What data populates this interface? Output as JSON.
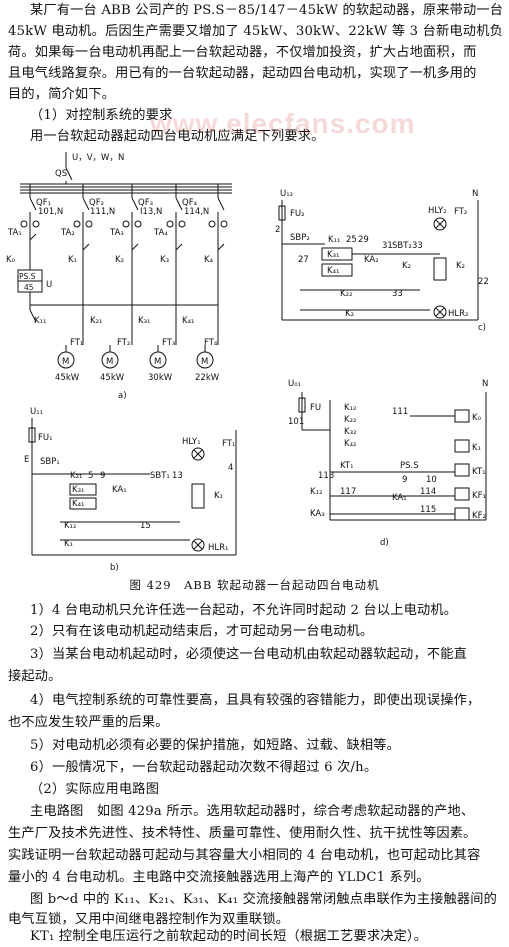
{
  "intro": [
    "某厂有一台 ABB 公司产的 PS.S－85/147－45kW 的软起动器，原来带动一台",
    "45kW 电动机。后因生产需要又增加了 45kW、30kW、22kW 等 3 台新电动机负",
    "荷。如果每一台电动机再配上一台软起动器，不仅增加投资，扩大占地面积，而",
    "且电气线路复杂。用已有的一台软起动器，起动四台电动机，实现了一机多用的",
    "目的，简介如下。"
  ],
  "section1_title": "（1）对控制系统的要求",
  "section1_lead": "用一台软起动器起动四台电动机应满足下列要求。",
  "watermark": "www.elecfans.com",
  "figure": {
    "caption": "图 429　ABB 软起动器一台起动四台电动机",
    "labels_a": {
      "bus": "U，V，W，N",
      "qs": "QS",
      "qf1": "QF₁",
      "qf2": "QF₂",
      "qf3": "QF₃",
      "qf4": "QF₄",
      "qfn1": "101,N",
      "qfn2": "111,N",
      "qfn3": "I13,N",
      "qfn4": "114,N",
      "ta1": "TA₁",
      "ta2": "TA₂",
      "ta3": "TA₃",
      "ta4": "TA₄",
      "k0": "K₀",
      "k1": "K₁",
      "k2": "K₂",
      "k3": "K₃",
      "k4": "K₄",
      "pss1": "PS.S",
      "pss2": "45",
      "u": "U",
      "k11": "K₁₁",
      "k21": "K₂₁",
      "k31": "K₃₁",
      "k41": "K₄₁",
      "ft1": "FT₁",
      "ft2": "FT₂",
      "ft3": "FT₃",
      "ft4": "FT₄",
      "m": "M",
      "kw1": "45kW",
      "kw2": "45kW",
      "kw3": "30kW",
      "kw4": "22kW",
      "tag": "a)"
    },
    "labels_b": {
      "u": "U₁₁",
      "fu": "FU₁",
      "e": "E",
      "sbp": "SBP₁",
      "k21": "K₂₁",
      "k31": "K₃₁",
      "k41": "K₄₁",
      "n5": "5",
      "n9": "9",
      "ka": "KA₁",
      "sbt": "SBT₁",
      "n13": "13",
      "hly": "HLY₁",
      "ft": "FT₁",
      "n4": "4",
      "k1": "K₁",
      "k12": "K₁₂",
      "n15": "15",
      "k1b": "K₁",
      "hlr": "HLR₁",
      "tag": "b)"
    },
    "labels_c": {
      "u": "U₁₂",
      "fu": "FU₂",
      "n2": "2",
      "sbp": "SBP₂",
      "k11": "K₁₁",
      "k31": "K₃₁",
      "k41": "K₄₁",
      "n25": "25",
      "n29": "29",
      "n27": "27",
      "ka": "KA₂",
      "n31": "31",
      "sbt": "SBT₂",
      "n33": "33",
      "hly": "HLY₂",
      "ft": "FT₂",
      "n": "N",
      "k2": "K₂",
      "n22": "22",
      "k22": "K₂₂",
      "n33b": "33",
      "k2b": "K₂",
      "hlr": "HLR₂",
      "tag": "c)"
    },
    "labels_d": {
      "u": "U₀₁",
      "fu": "FU",
      "n101": "101",
      "n": "N",
      "k12": "K₁₂",
      "k22": "K₂₂",
      "k32": "K₃₂",
      "k42": "K₄₂",
      "n111": "111",
      "k0": "K₀",
      "k1": "K₁",
      "kt1": "KT₁",
      "n113": "113",
      "pss": "PS.S",
      "n9": "9",
      "n10": "10",
      "n117": "117",
      "ka": "KA₁",
      "n114": "114",
      "kf": "KF₁",
      "n115": "115",
      "k12b": "K₁₂",
      "ka3": "KA₃",
      "kf2": "KF₂",
      "tag": "d)"
    }
  },
  "requirements": [
    "1）4 台电动机只允许任选一台起动，不允许同时起动 2 台以上电动机。",
    "2）只有在该电动机起动结束后，才可起动另一台电动机。",
    "3）当某台电动机起动时，必须使这一台电动机由软起动器软起动，不能直",
    "接起动。",
    "4）电气控制系统的可靠性要高，且具有较强的容错能力，即使出现误操作，",
    "也不应发生较严重的后果。",
    "5）对电动机必须有必要的保护措施，如短路、过载、缺相等。",
    "6）一般情况下，一台软起动器起动次数不得超过 6 次/h。"
  ],
  "section2_title": "（2）实际应用电路图",
  "body": [
    "主电路图　如图 429a 所示。选用软起动器时，综合考虑软起动器的产地、",
    "生产厂及技术先进性、技术特性、质量可靠性、使用耐久性、抗干扰性等因素。",
    "实践证明一台软起动器可起动与其容量大小相同的 4 台电动机，也可起动比其容",
    "量小的 4 台电动机。主电路中交流接触器选用上海产的 YLDC1 系列。",
    "图 b～d 中的 K₁₁、K₂₁、K₃₁、K₄₁ 交流接触器常闭触点串联作为主接触器间的",
    "电气互锁，又用中间继电器控制作为双重联锁。",
    "KT₁ 控制全电压运行之前软起动的时间长短（根据工艺要求决定）。"
  ]
}
